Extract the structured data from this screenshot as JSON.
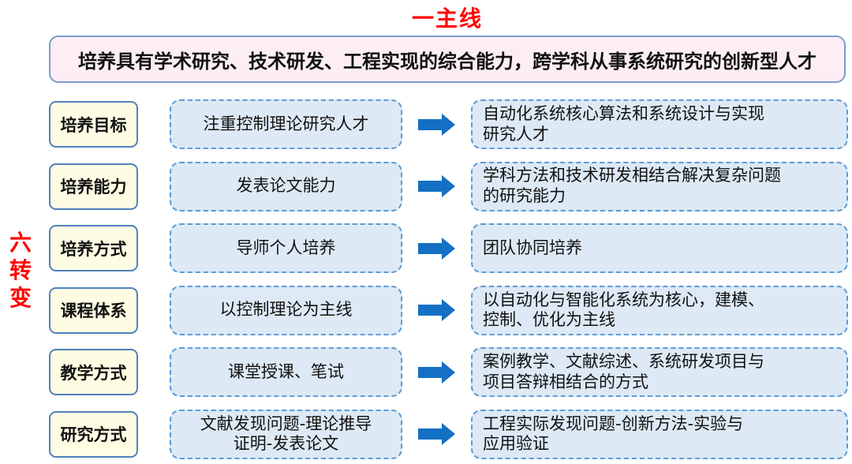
{
  "title": "一主线",
  "side_label": "六转变",
  "banner_text": "培养具有学术研究、技术研发、工程实现的综合能力，跨学科从事系统研究的创新型人才",
  "colors": {
    "title-red": "#ff0000",
    "arrow-blue": "#1470c4",
    "label-border": "#4f81bd",
    "label-fill": "#fefce3",
    "dash-border": "#5b9bd5",
    "dash-fill": "#dde9f5",
    "banner-fill": "#fceef4",
    "banner-border": "#7d9ad0"
  },
  "arrow_icon": "right-block-arrow",
  "rows": [
    {
      "label": "培养目标",
      "from": "注重控制理论研究人才",
      "to": "自动化系统核心算法和系统设计与实现\n研究人才"
    },
    {
      "label": "培养能力",
      "from": "发表论文能力",
      "to": "学科方法和技术研发相结合解决复杂问题\n的研究能力"
    },
    {
      "label": "培养方式",
      "from": "导师个人培养",
      "to": "团队协同培养"
    },
    {
      "label": "课程体系",
      "from": "以控制理论为主线",
      "to": "以自动化与智能化系统为核心，建模、\n控制、优化为主线"
    },
    {
      "label": "教学方式",
      "from": "课堂授课、笔试",
      "to": "案例教学、文献综述、系统研发项目与\n项目答辩相结合的方式"
    },
    {
      "label": "研究方式",
      "from": "文献发现问题-理论推导\n证明-发表论文",
      "to": "工程实际发现问题-创新方法-实验与\n应用验证"
    }
  ]
}
